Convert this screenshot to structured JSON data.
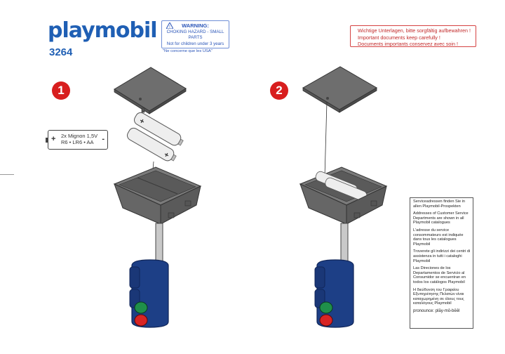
{
  "header": {
    "logo": "playmobil",
    "product_number": "3264"
  },
  "warning": {
    "title": "WARNING:",
    "line1": "CHOKING HAZARD - SMALL PARTS",
    "line2": "Not for children under 3 years",
    "usa_note": "\"Ne concerne que les USA\""
  },
  "keep_notice": {
    "line1": "Wichtige Unterlagen, bitte sorgfältig aufbewahren !",
    "line2": "Important documents keep carefully !",
    "line3": "Documents importants conservez avec soin !"
  },
  "steps": [
    {
      "number": "1"
    },
    {
      "number": "2"
    }
  ],
  "battery": {
    "line1": "2x Mignon 1,5V",
    "line2": "R6 • LR6 • AA",
    "plus": "+",
    "minus": "-"
  },
  "info": {
    "de": "Serviceadressen finden Sie in allen Playmobil-Prospekten",
    "en": "Addresses of Customer Service Departments are shown in all Playmobil catalogues",
    "fr": "L'adresse du service consommateurs est indiquée dans tous les catalogues Playmobil",
    "it": "Troverete gli indirizzi dei centri di assistenza in tutti i cataloghi Playmobil",
    "es": "Las Direciones de los Departamentos de Servicio al Consumidor se encuentran en todos los catálogos Playmobil",
    "gr": "Η διεύθυνση του Γραφείου Εξυπηρέτησης Πελατών είναι καταχωρημένη σε όλους τους καταλόγους Playmobil",
    "pronounce": "pronounce: plāy-mō-bēēl"
  },
  "colors": {
    "brand_blue": "#1f5fb4",
    "badge_red": "#d81e1e",
    "signal_body": "#1d3f86",
    "battery_case": "#6b6b6b"
  }
}
